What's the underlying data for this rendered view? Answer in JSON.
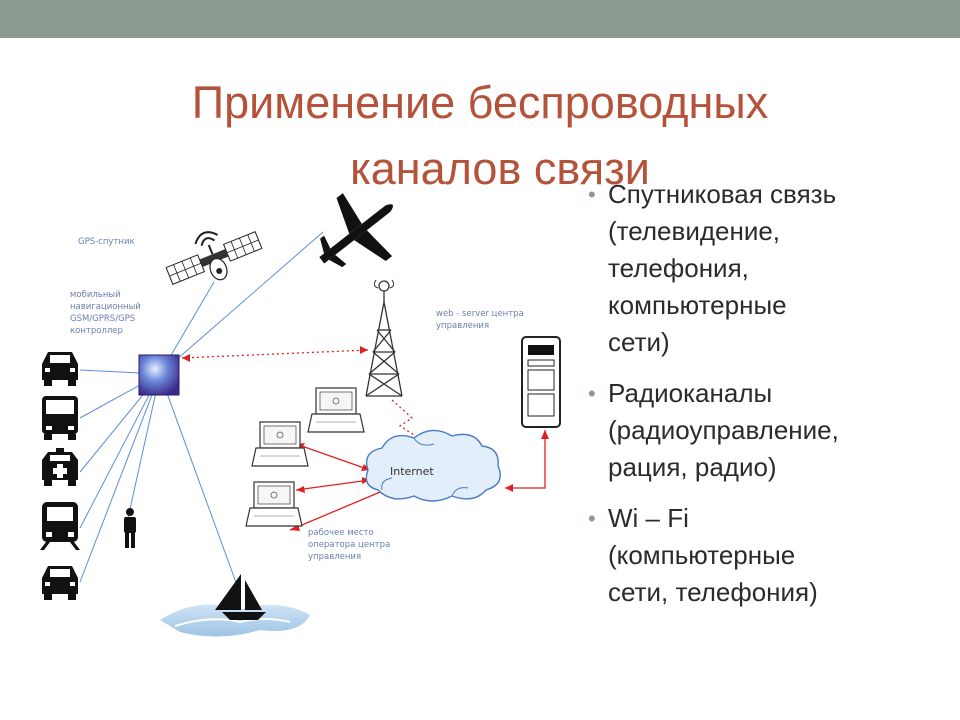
{
  "slide": {
    "title_line1": "Применение беспроводных",
    "title_line2": "каналов связи"
  },
  "diagram": {
    "gps_label": "GPS-спутник",
    "controller_label": [
      "мобильный",
      "навигационный",
      "GSM/GPRS/GPS",
      "контроллер"
    ],
    "server_label": [
      "web - server центра",
      "управления"
    ],
    "internet_label": "Internet",
    "operator_label": [
      "рабочее место",
      "оператора центра",
      "управления"
    ]
  },
  "bullets": [
    {
      "lines": [
        "Спутниковая связь",
        "(телевидение,",
        "телефония,",
        "компьютерные",
        "сети)"
      ]
    },
    {
      "lines": [
        "Радиоканалы",
        "(радиоуправление,",
        "рация, радио)"
      ]
    },
    {
      "lines": [
        "Wi – Fi",
        "(компьютерные",
        "сети, телефония)"
      ]
    }
  ],
  "colors": {
    "title": "#b5533a",
    "band": "#8c9b91",
    "link_red": "#e02020",
    "link_blue": "#5b8ed6"
  }
}
